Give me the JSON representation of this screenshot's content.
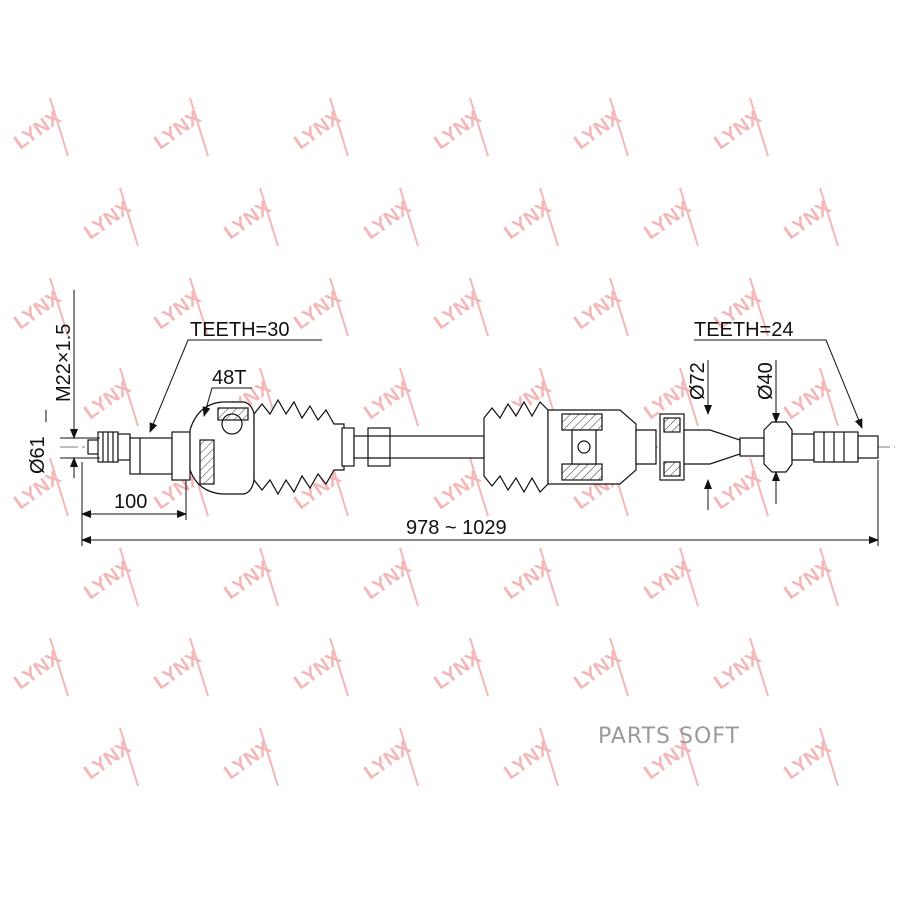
{
  "watermark": {
    "text": "LYNX",
    "color": "#f4b6b6"
  },
  "brand": {
    "overlay": "PARTS SOFT"
  },
  "labels": {
    "teeth_outer": "TEETH=30",
    "abs_ring": "48T",
    "thread": "M22×1.5",
    "dia_outer": "Ø61",
    "offset_left": "100",
    "length": "978 ~ 1029",
    "dia_bearing": "Ø72",
    "dia_seal": "Ø40",
    "teeth_inner": "TEETH=24"
  }
}
